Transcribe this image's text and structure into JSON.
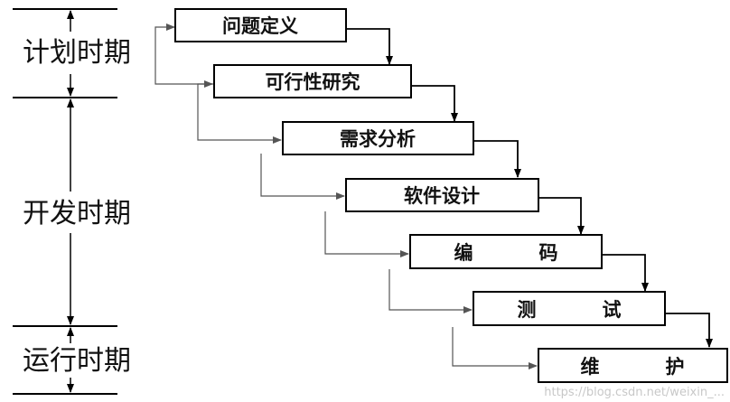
{
  "phases": [
    {
      "label": "计划时期"
    },
    {
      "label": "开发时期"
    },
    {
      "label": "运行时期"
    }
  ],
  "stages": [
    {
      "label": "问题定义"
    },
    {
      "label": "可行性研究"
    },
    {
      "label": "需求分析"
    },
    {
      "label": "软件设计"
    },
    {
      "label": "编          码"
    },
    {
      "label": "测          试"
    },
    {
      "label": "维          护"
    }
  ],
  "watermark": "https://blog.csdn.net/weixin_..."
}
